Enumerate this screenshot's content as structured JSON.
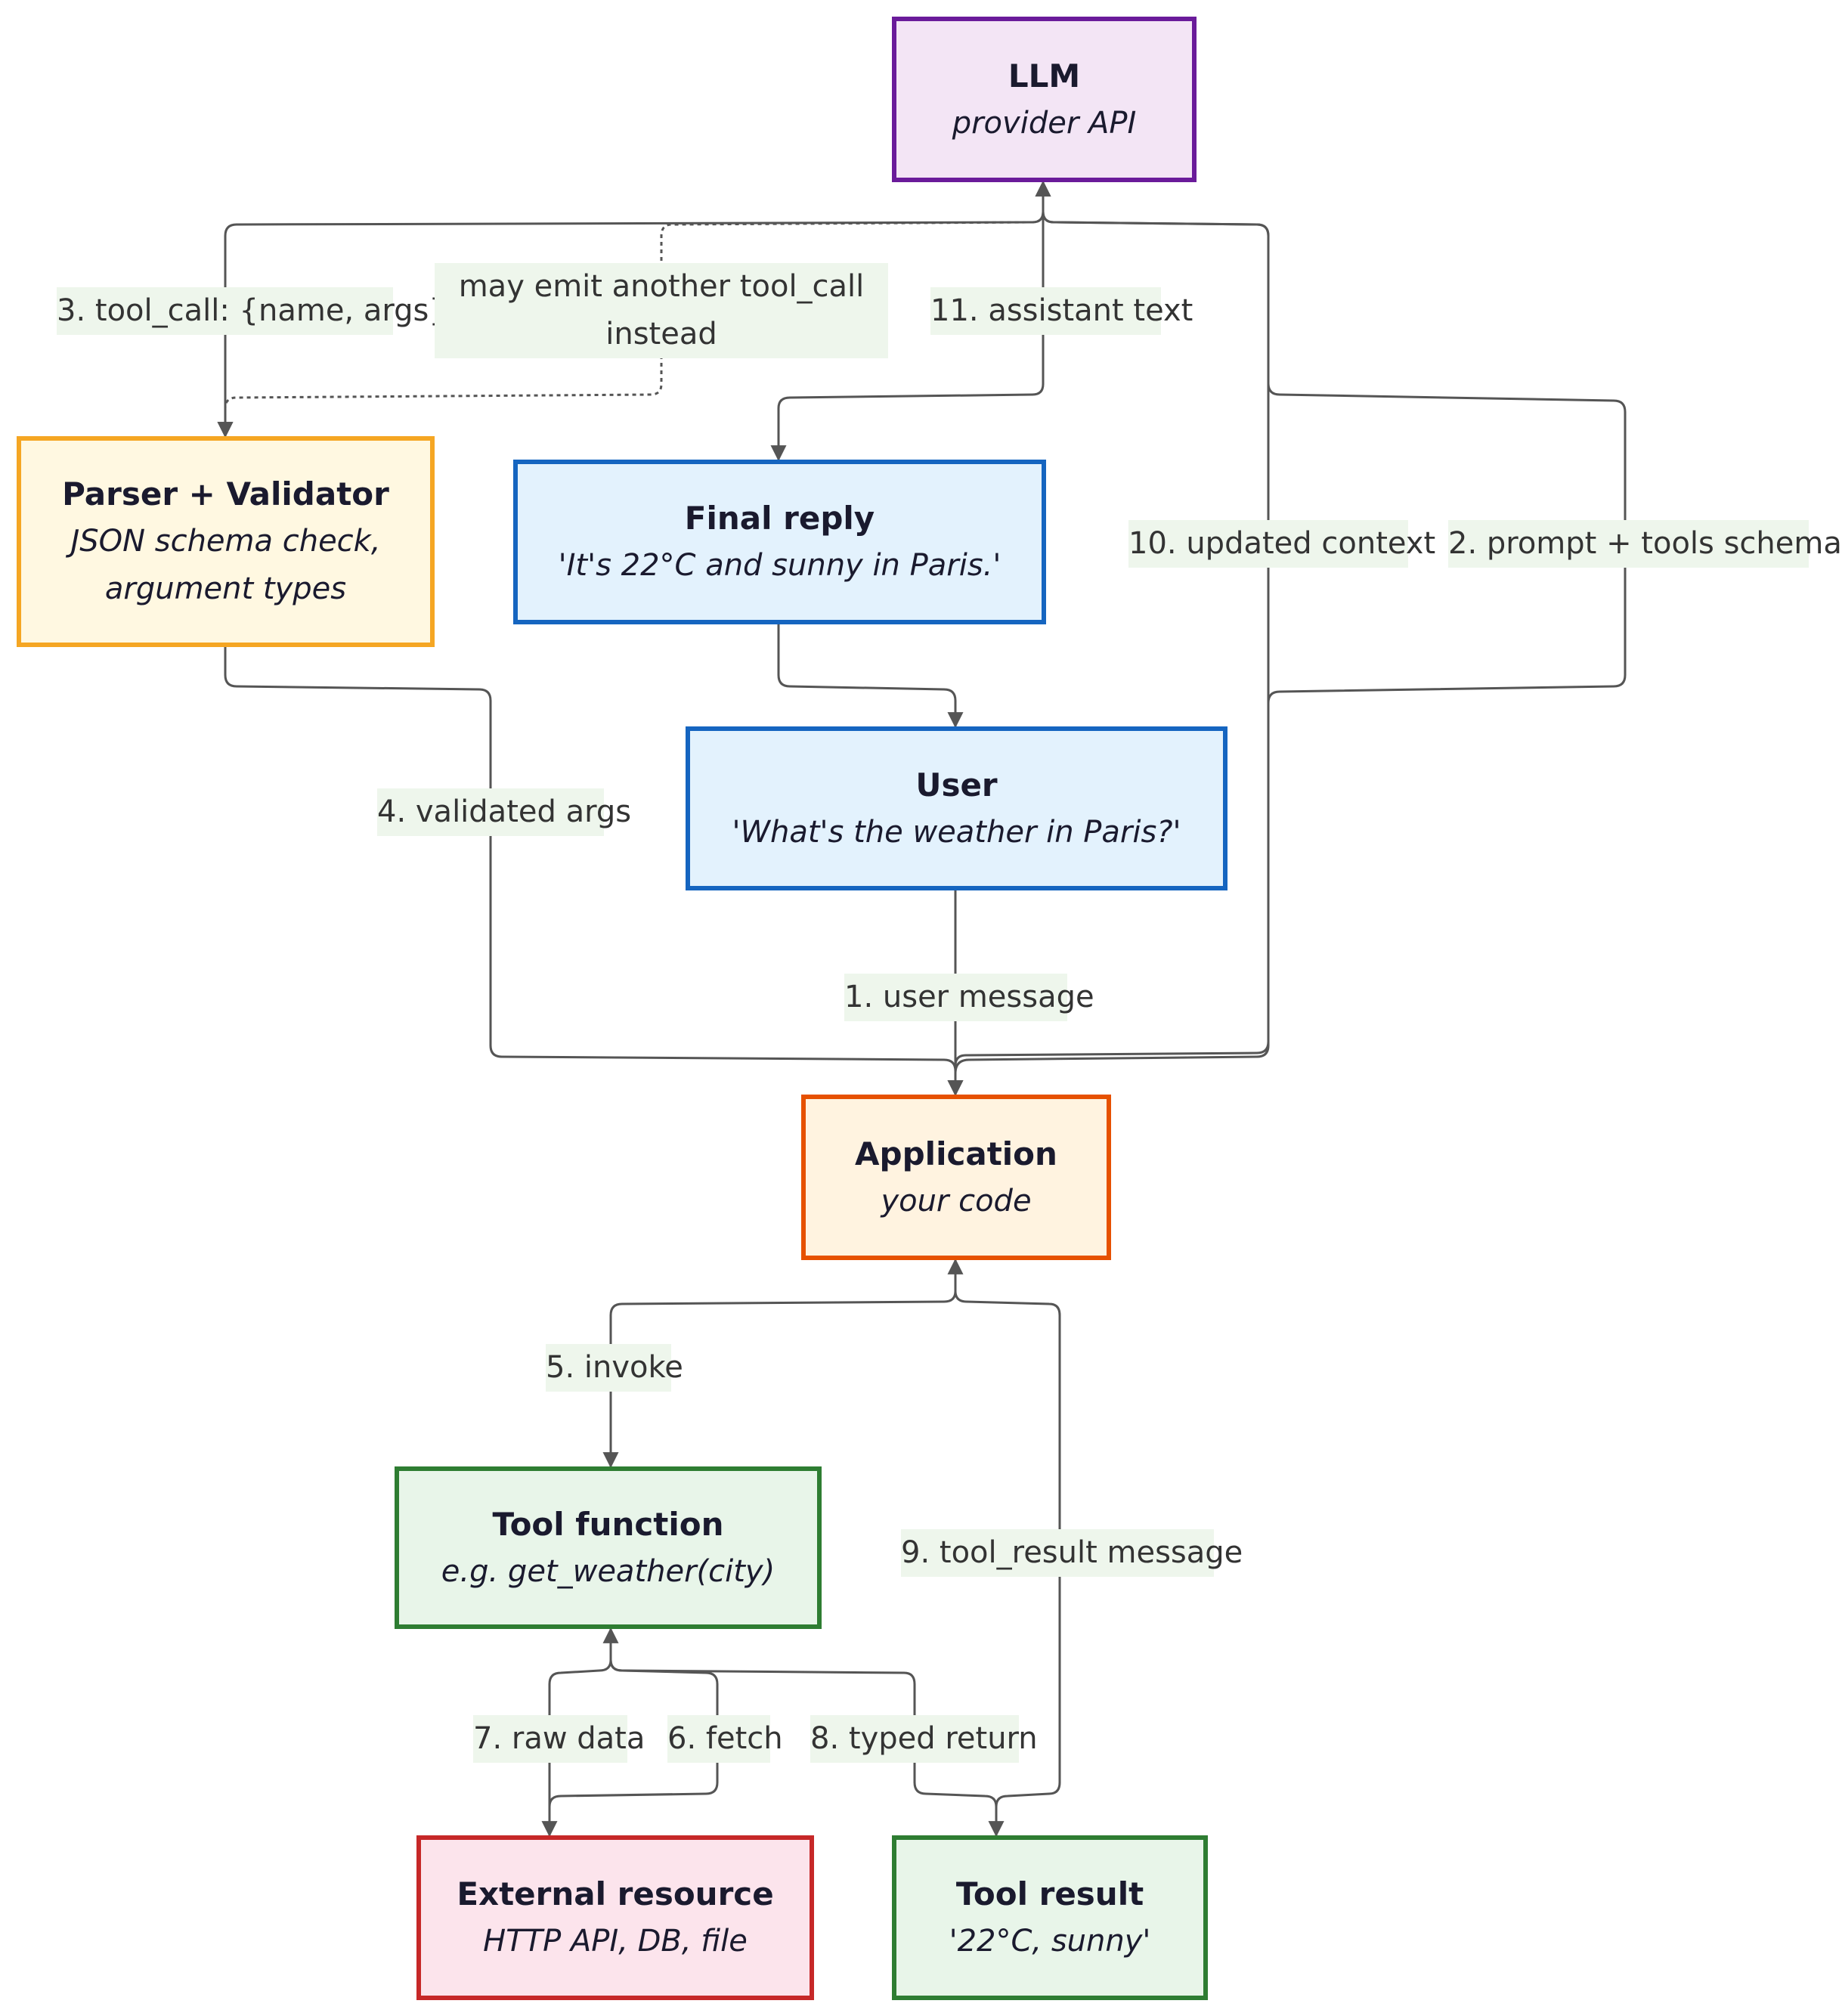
{
  "nodes": {
    "llm": {
      "title": "LLM",
      "subtitle": "provider API",
      "border": "#6a1b9a",
      "fill": "#f3e5f5"
    },
    "parser": {
      "title": "Parser + Validator",
      "subtitle_1": "JSON schema check,",
      "subtitle_2": "argument types",
      "border": "#f5a623",
      "fill": "#fff8e1"
    },
    "final_reply": {
      "title": "Final reply",
      "subtitle": "'It's 22°C and sunny in Paris.'",
      "border": "#1565c0",
      "fill": "#e3f2fd"
    },
    "user": {
      "title": "User",
      "subtitle": "'What's the weather in Paris?'",
      "border": "#1565c0",
      "fill": "#e3f2fd"
    },
    "application": {
      "title": "Application",
      "subtitle": "your code",
      "border": "#e65100",
      "fill": "#fff3e0"
    },
    "tool_function": {
      "title": "Tool function",
      "subtitle": "e.g. get_weather(city)",
      "border": "#2e7d32",
      "fill": "#e8f5e9"
    },
    "external_resource": {
      "title": "External resource",
      "subtitle": "HTTP API, DB, file",
      "border": "#c62828",
      "fill": "#fce4ec"
    },
    "tool_result": {
      "title": "Tool result",
      "subtitle": "'22°C, sunny'",
      "border": "#2e7d32",
      "fill": "#e8f5e9"
    }
  },
  "edges": {
    "user_message": "1. user message",
    "prompt_tools": "2. prompt + tools schema",
    "tool_call": "3. tool_call: {name, args}",
    "validated_args": "4. validated args",
    "invoke": "5. invoke",
    "fetch": "6. fetch",
    "raw_data": "7. raw data",
    "typed_return": "8. typed return",
    "tool_result_msg": "9. tool_result message",
    "updated_context": "10. updated context",
    "assistant_text": "11. assistant text",
    "another_call_1": "may emit another tool_call",
    "another_call_2": "instead"
  },
  "colors": {
    "edge": "#555555",
    "label_bg": "#eef6ec"
  }
}
